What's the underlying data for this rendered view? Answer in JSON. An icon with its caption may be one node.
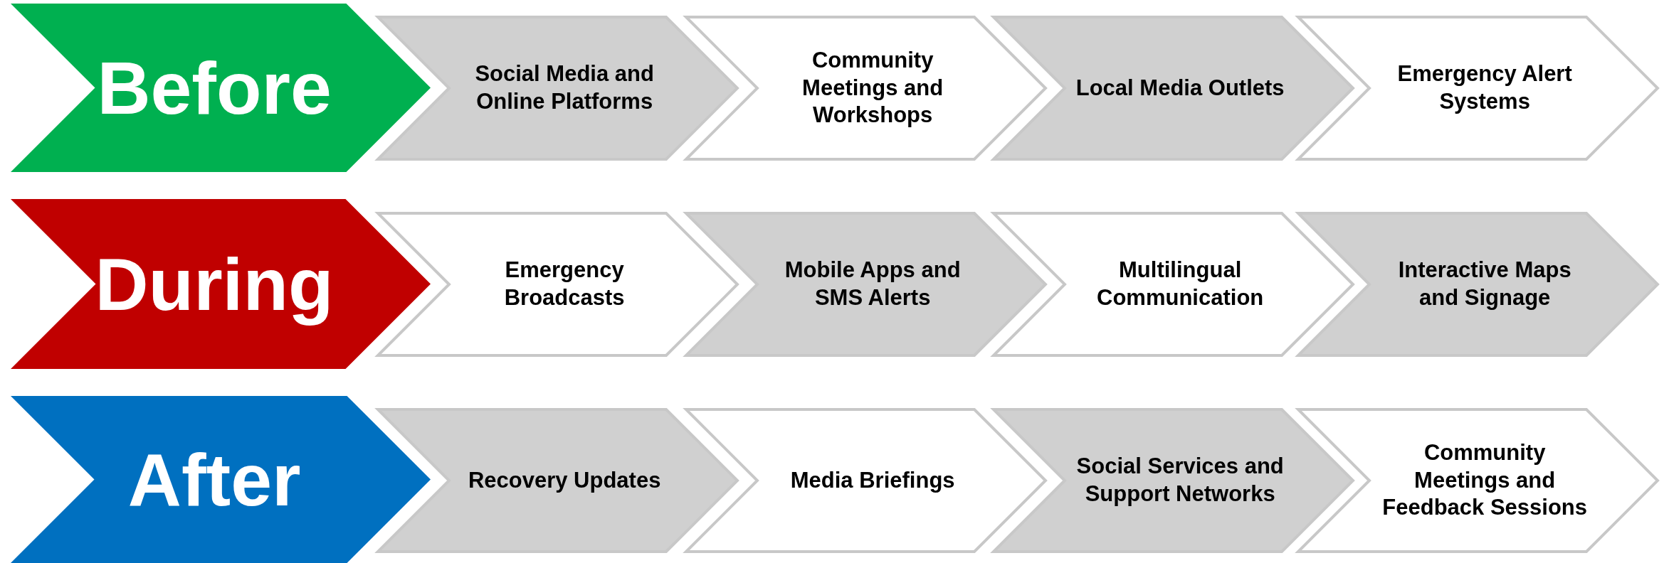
{
  "diagram": {
    "nodes": [
      {
        "text": [
          "Before"
        ]
      },
      {
        "text": [
          "Social Media and Online Platforms"
        ]
      },
      {
        "text": [
          "Community Meetings and Workshops"
        ]
      },
      {
        "text": [
          "Local Media Outlets"
        ]
      },
      {
        "text": [
          "Emergency Alert Systems"
        ]
      },
      {
        "text": [
          "During"
        ]
      },
      {
        "text": [
          "Emergency Broadcasts"
        ]
      },
      {
        "text": [
          "Mobile Apps and SMS Alerts"
        ]
      },
      {
        "text": [
          "Multilingual Communication"
        ]
      },
      {
        "text": [
          "Interactive Maps and Signage"
        ]
      },
      {
        "text": [
          "After"
        ]
      },
      {
        "text": [
          "Recovery Updates"
        ]
      },
      {
        "text": [
          "Media Briefings"
        ]
      },
      {
        "text": [
          "Social Services and Support Networks"
        ]
      },
      {
        "text": [
          "Community Meetings and Feedback Sessions"
        ]
      }
    ]
  }
}
